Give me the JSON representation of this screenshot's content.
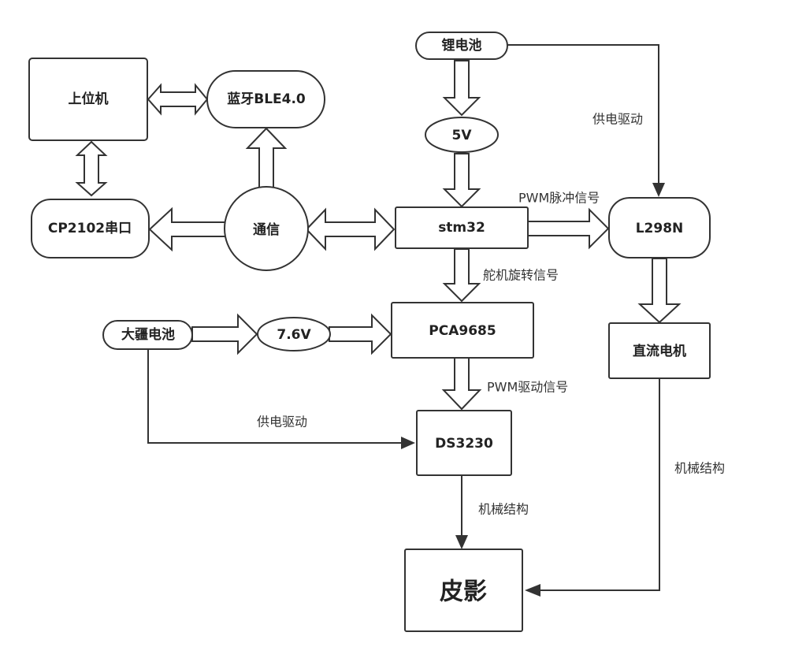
{
  "nodes": {
    "host_pc": "上位机",
    "bluetooth": "蓝牙BLE4.0",
    "serial": "CP2102串口",
    "comm": "通信",
    "li_battery": "锂电池",
    "v5": "5V",
    "stm32": "stm32",
    "l298n": "L298N",
    "dc_motor": "直流电机",
    "dajiang_battery": "大疆电池",
    "v76": "7.6V",
    "pca9685": "PCA9685",
    "ds3230": "DS3230",
    "shadow_puppet": "皮影"
  },
  "edges": {
    "power_drive_l298n": "供电驱动",
    "pwm_pulse": "PWM脉冲信号",
    "servo_rotation": "舵机旋转信号",
    "pwm_drive": "PWM驱动信号",
    "power_drive_ds3230": "供电驱动",
    "mech_ds3230": "机械结构",
    "mech_motor": "机械结构"
  }
}
